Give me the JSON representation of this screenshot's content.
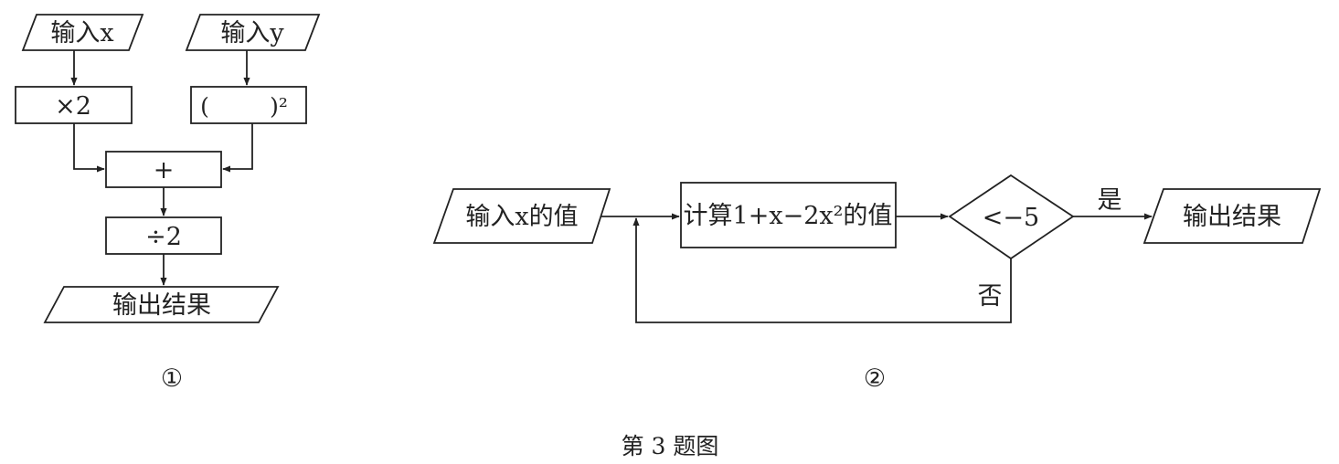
{
  "figure1": {
    "input_x": "输入x",
    "input_y": "输入y",
    "times_two": "×2",
    "square_open": "(",
    "square_close": ")²",
    "plus": "+",
    "divide_two": "÷2",
    "output": "输出结果",
    "label": "①"
  },
  "figure2": {
    "input": "输入x的值",
    "compute": "计算1+x−2x²的值",
    "condition": "<−5",
    "yes": "是",
    "no": "否",
    "output": "输出结果",
    "label": "②"
  },
  "caption": "第 3 题图"
}
